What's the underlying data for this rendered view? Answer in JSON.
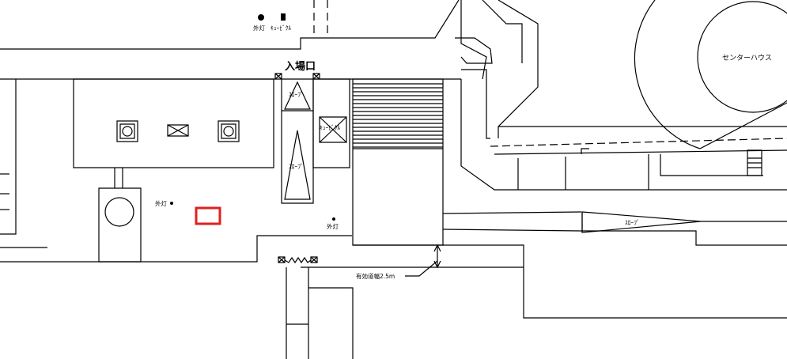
{
  "labels": {
    "entrance": "入場口",
    "center_house": "センターハウス",
    "outdoor_light": "外灯",
    "cubicle": "ｷｭｰﾋﾞｸﾙ",
    "slope": "ｽﾛｰﾌﾟ",
    "path_width": "有効道幅2.5m"
  },
  "legend": {
    "outdoor_light": "外灯",
    "cubicle": "ｷｭｰﾋﾞｸﾙ"
  },
  "colors": {
    "line": "#000000",
    "highlight": "#e02020"
  }
}
